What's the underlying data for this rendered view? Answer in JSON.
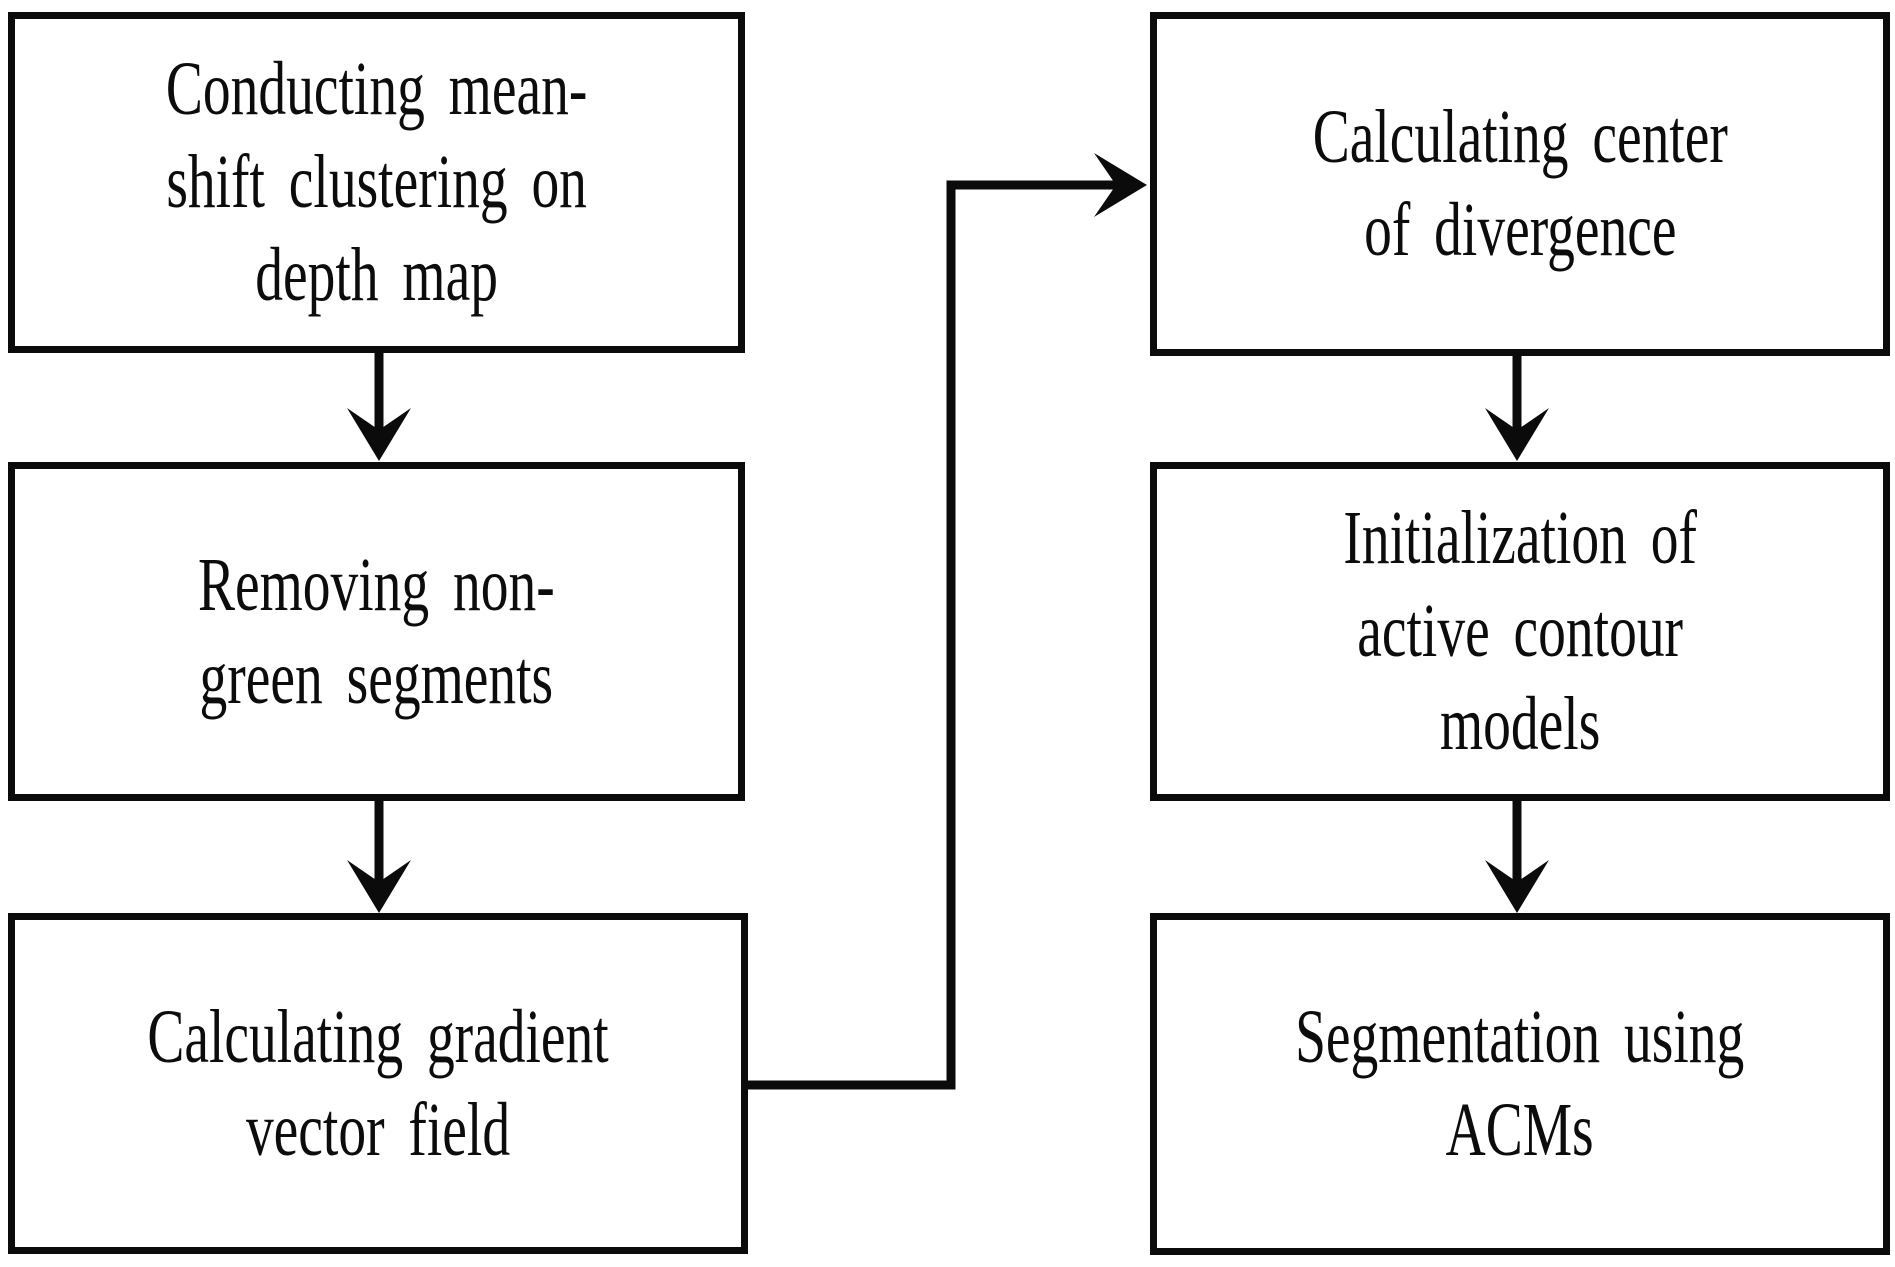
{
  "diagram": {
    "colors": {
      "ink": "#0b0b0b",
      "background": "#ffffff"
    },
    "boxes": [
      {
        "id": "mean-shift-clustering",
        "lines": [
          "Conducting mean-",
          "shift clustering on",
          "depth map"
        ]
      },
      {
        "id": "remove-non-green",
        "lines": [
          "Removing non-",
          "green segments"
        ]
      },
      {
        "id": "gradient-vector-field",
        "lines": [
          "Calculating gradient",
          "vector field"
        ]
      },
      {
        "id": "center-of-divergence",
        "lines": [
          "Calculating center",
          "of divergence"
        ]
      },
      {
        "id": "acm-initialization",
        "lines": [
          "Initialization of",
          "active contour",
          "models"
        ]
      },
      {
        "id": "acm-segmentation",
        "lines": [
          "Segmentation using",
          "ACMs"
        ]
      }
    ]
  }
}
